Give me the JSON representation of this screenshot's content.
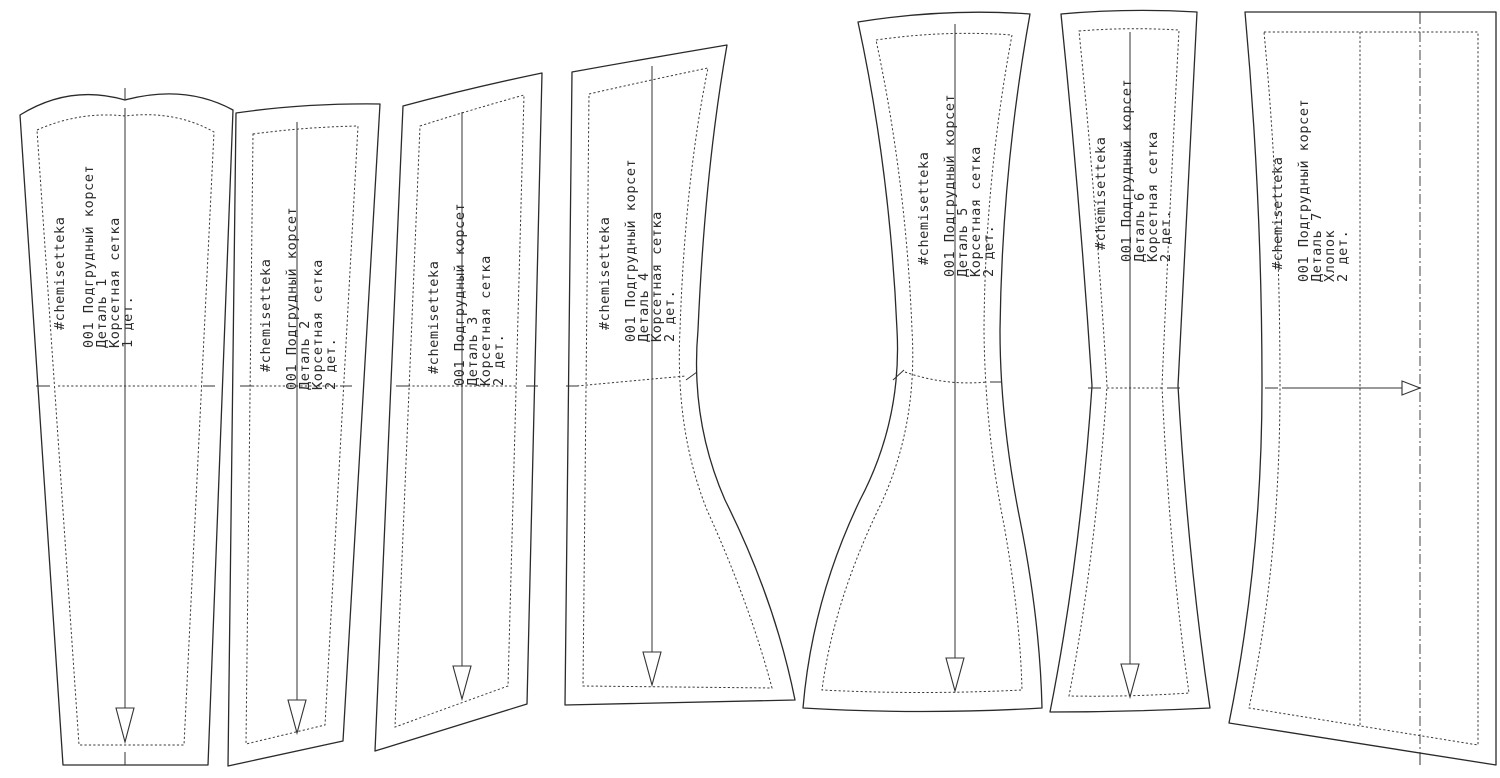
{
  "pieces": [
    {
      "id": "p1",
      "tag": "#chemisetteka",
      "model": "001 Подгрудный корсет",
      "detail": "Деталь 1",
      "fabric": "Корсетная сетка",
      "count": "1 дет."
    },
    {
      "id": "p2",
      "tag": "#chemisetteka",
      "model": "001 Подгрудный корсет",
      "detail": "Деталь 2",
      "fabric": "Корсетная сетка",
      "count": "2 дет."
    },
    {
      "id": "p3",
      "tag": "#chemisetteka",
      "model": "001 Подгрудный корсет",
      "detail": "Деталь 3",
      "fabric": "Корсетная сетка",
      "count": "2 дет."
    },
    {
      "id": "p4",
      "tag": "#chemisetteka",
      "model": "001 Подгрудный корсет",
      "detail": "Деталь 4",
      "fabric": "Корсетная сетка",
      "count": "2 дет."
    },
    {
      "id": "p5",
      "tag": "#chemisetteka",
      "model": "001 Подгрудный корсет",
      "detail": "Деталь 5",
      "fabric": "Корсетная сетка",
      "count": "2 дет."
    },
    {
      "id": "p6",
      "tag": "#chemisetteka",
      "model": "001 Подгрудный корсет",
      "detail": "Деталь 6",
      "fabric": "Корсетная сетка",
      "count": "2 дет."
    },
    {
      "id": "p7",
      "tag": "#chemisetteka",
      "model": "001 Подгрудный корсет",
      "detail": "Деталь 7",
      "fabric": "Хлопок",
      "count": "2 дет."
    }
  ]
}
